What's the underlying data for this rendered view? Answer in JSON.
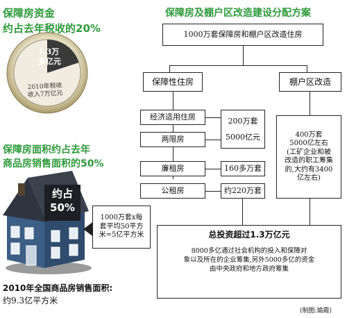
{
  "left": {
    "fund_title_1": "保障房资金",
    "fund_title_2": "约占去年税收的20%",
    "pie_slice_label": "1.3万\n多亿元",
    "pie_base_label": "2010年税收\n收入7万亿元",
    "pie_share": 0.2,
    "area_title_1": "保障房面积约占去年",
    "area_title_2": "商品房销售面积的50%",
    "house_badge": "约占\n50%",
    "house_note": "1000万套x每\n套平均50平方\n米=5亿平方米",
    "sales_area_title": "2010年全国商品房销售面积:",
    "sales_area_value": "约9.3亿平方米"
  },
  "diagram": {
    "title": "保障房及棚户区改造建设分配方案",
    "top": "1000万套保障房和棚户区改造住房",
    "branch_left": "保障性住房",
    "branch_right": "棚户区改造",
    "econ": "经济适用住房",
    "limited": "两限房",
    "econ_share": "200万套\n\n5000亿元",
    "rental": "廉租房",
    "rental_share": "160多万套",
    "public_rental": "公租房",
    "public_share": "约220万套",
    "shanty_detail": "400万套\n5000亿左右\n(工矿企业和被\n改造的职工筹集\n的,大约有3400\n亿左右)",
    "invest_title": "总投资超过1.3万亿元",
    "invest_detail": "8000多亿通过社会机构的投入和保障对\n象以及所在的企业筹集,另外5000多亿的资金\n由中央政府和地方政府筹集",
    "credit": "(制图:瑜霞)"
  },
  "colors": {
    "title_green": "#2e9a3a",
    "house_blue": "#3d5f86",
    "roof": "#2f3540",
    "coin_rim": "#cbbf99"
  }
}
